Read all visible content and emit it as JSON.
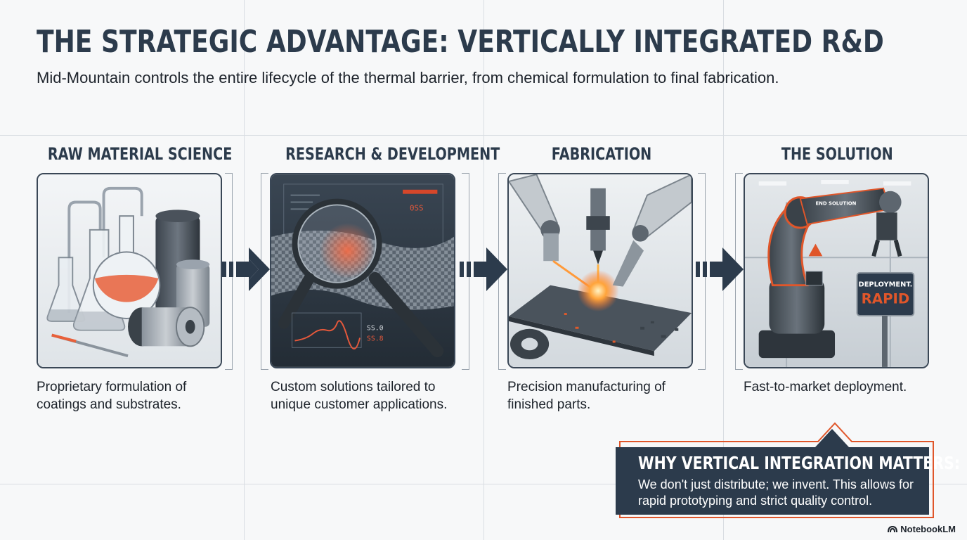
{
  "header": {
    "title": "THE STRATEGIC ADVANTAGE: VERTICALLY INTEGRATED R&D",
    "subtitle": "Mid-Mountain controls the entire lifecycle of the thermal barrier, from chemical formulation to final fabrication."
  },
  "stages": [
    {
      "title": "RAW MATERIAL SCIENCE",
      "description": "Proprietary formulation of coatings and substrates.",
      "icon": "lab-glassware-icon"
    },
    {
      "title": "RESEARCH & DEVELOPMENT",
      "description": "Custom solutions tailored to unique customer applications.",
      "icon": "magnifier-fabric-icon"
    },
    {
      "title": "FABRICATION",
      "description": "Precision manufacturing of finished parts.",
      "icon": "laser-cutting-icon"
    },
    {
      "title": "THE SOLUTION",
      "description": "Fast-to-market deployment.",
      "icon": "robot-arm-icon"
    }
  ],
  "panel_text": {
    "rd_screen_a": "0SS",
    "rd_screen_b": "SS.0",
    "rd_screen_c": "SS.8",
    "robot_label": "END SOLUTION",
    "sign_line1": "DEPLOYMENT.",
    "sign_line2": "RAPID"
  },
  "callout": {
    "title": "WHY VERTICAL INTEGRATION MATTERS:",
    "body": "We don't just distribute; we invent. This allows for rapid prototyping and strict quality control."
  },
  "brand": {
    "name": "NotebookLM"
  },
  "colors": {
    "navy": "#2c3b4c",
    "accent": "#e0562a",
    "panel_border": "#3a4756"
  }
}
